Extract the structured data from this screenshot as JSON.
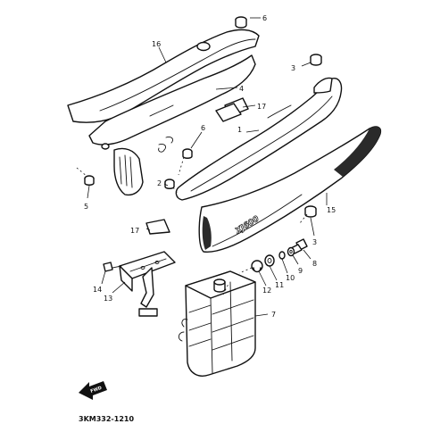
{
  "diagram": {
    "drawing_code": "3KM332-1210",
    "emblem_text": "XJ600",
    "fwd_label": "FWD",
    "callouts": [
      "16",
      "6",
      "3",
      "4",
      "17",
      "6",
      "1",
      "5",
      "2",
      "15",
      "17",
      "3",
      "8",
      "9",
      "10",
      "11",
      "12",
      "14",
      "13",
      "7"
    ]
  }
}
